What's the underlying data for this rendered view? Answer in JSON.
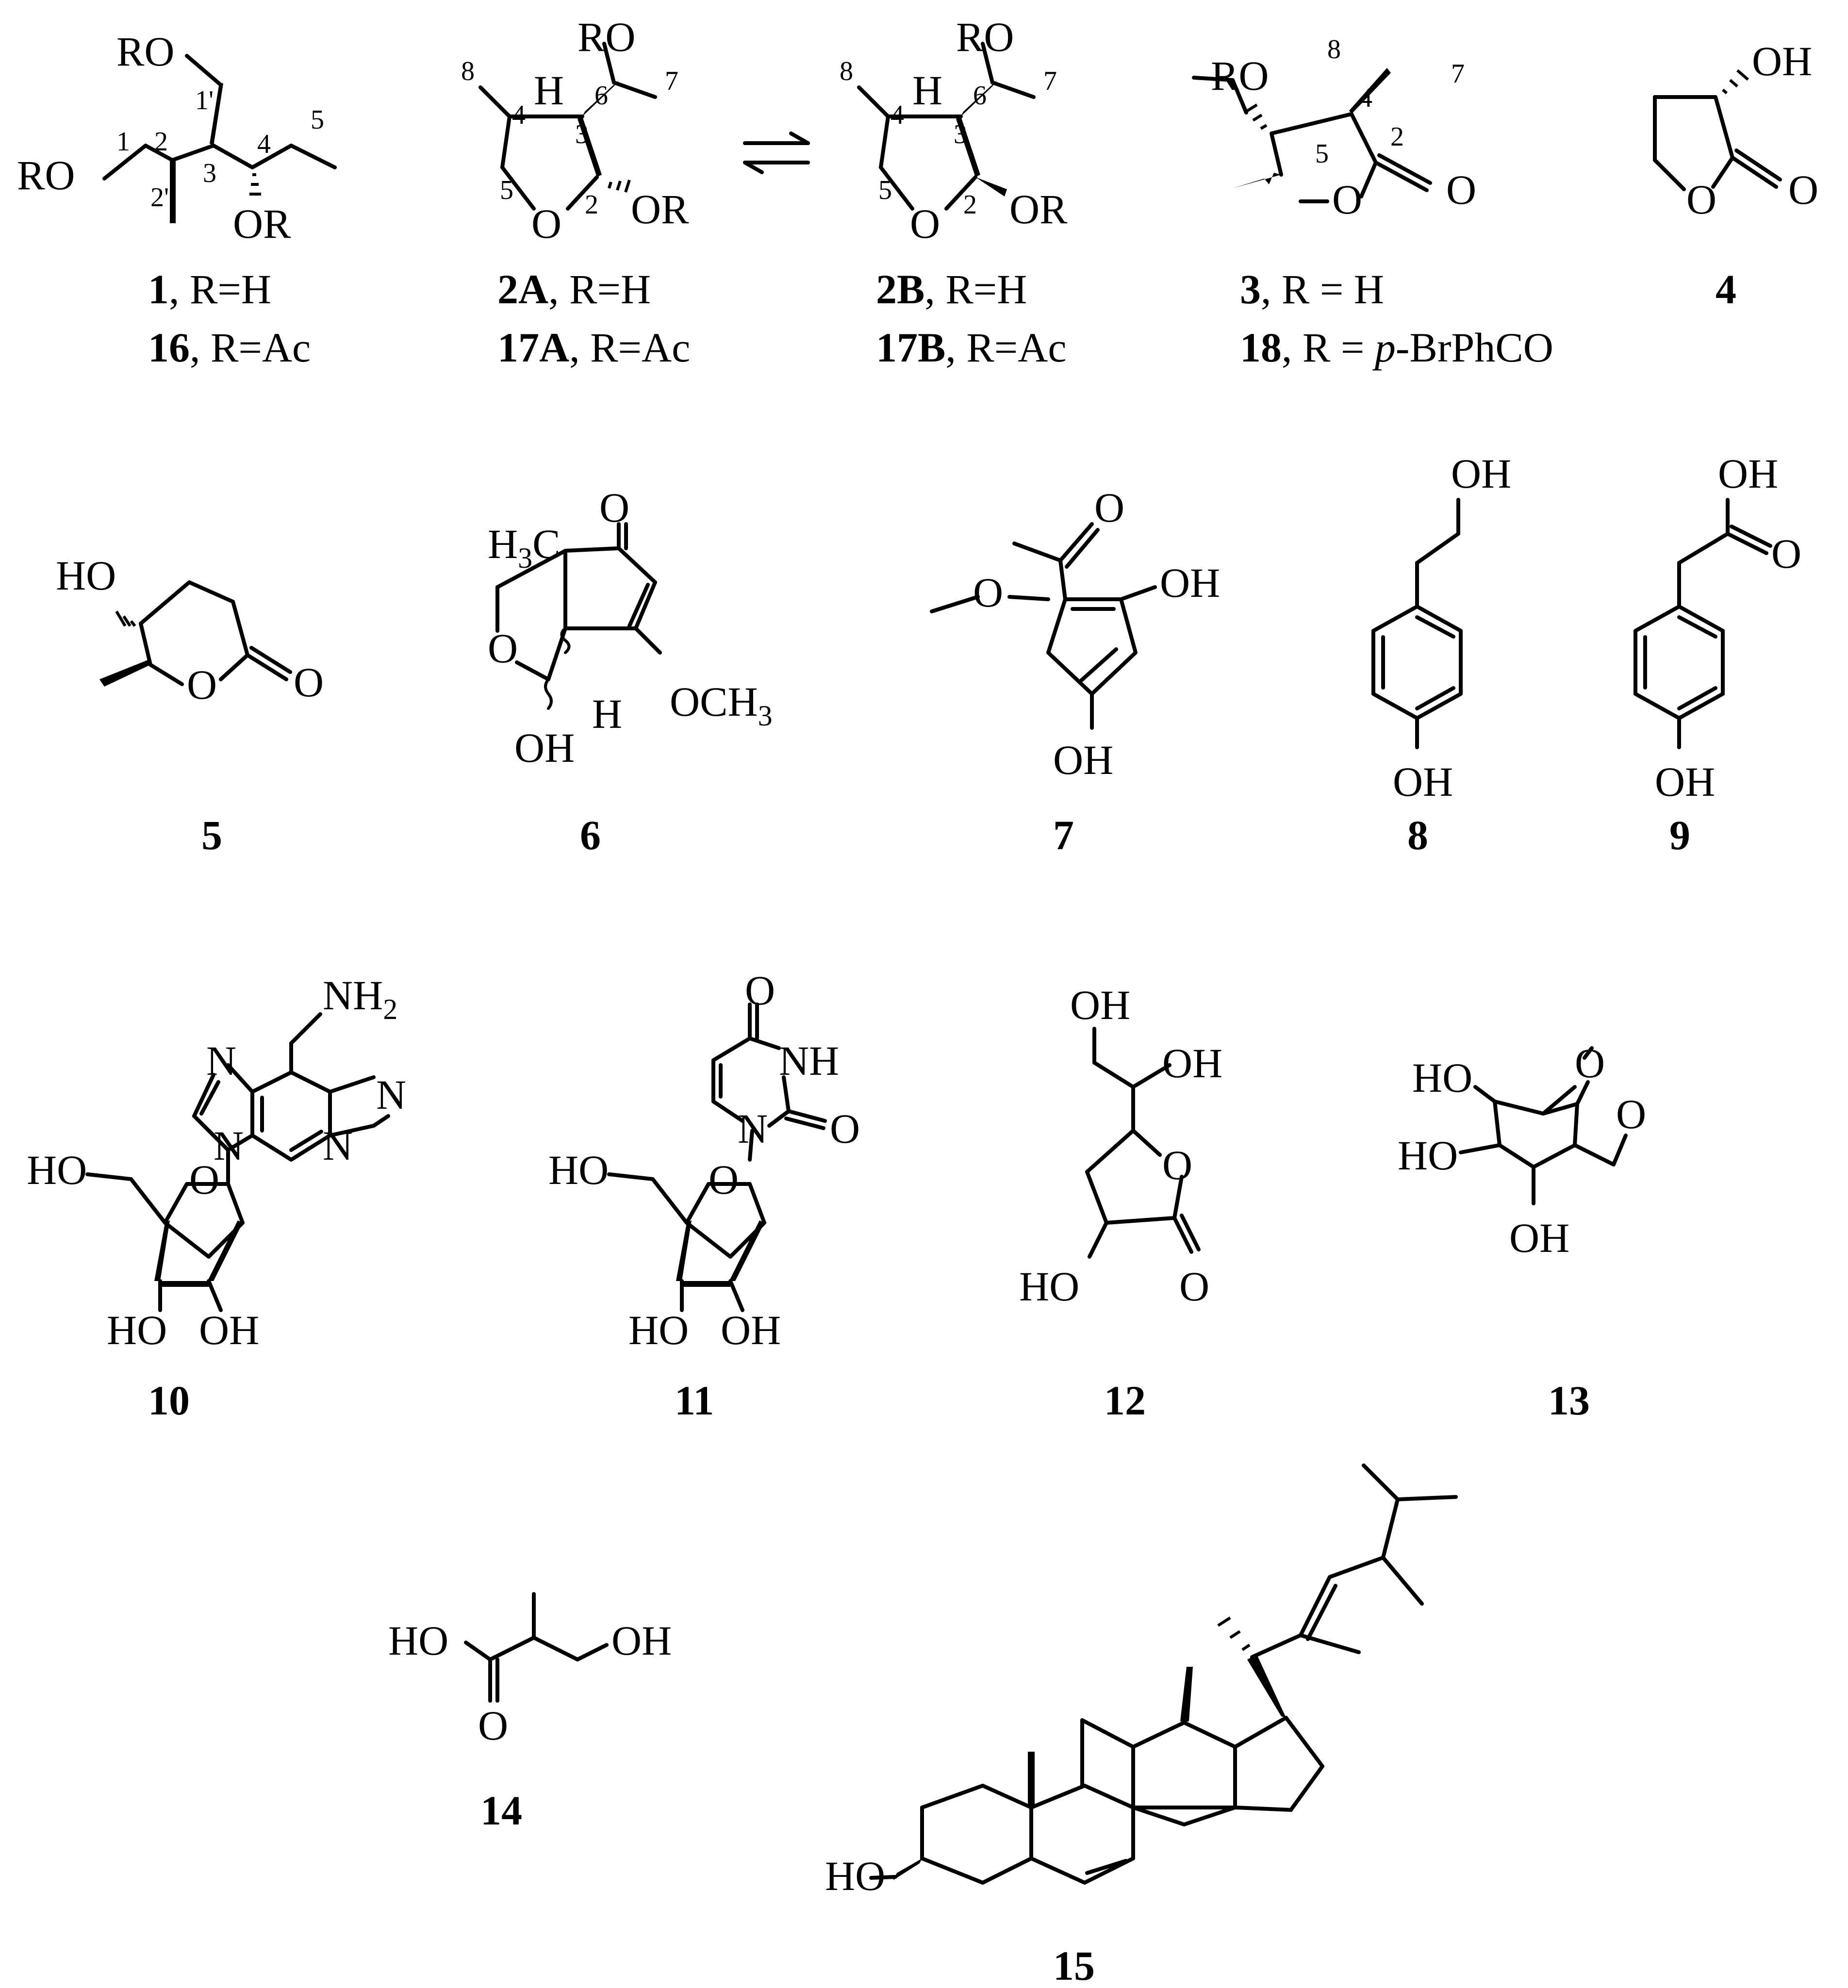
{
  "compounds": [
    {
      "id": "1",
      "caption": [
        "1, R=H",
        "16, R=Ac"
      ],
      "caption_bold": [
        "1",
        "16"
      ]
    },
    {
      "id": "2A",
      "caption": [
        "2A, R=H",
        "17A, R=Ac"
      ],
      "caption_bold": [
        "2A",
        "17A"
      ]
    },
    {
      "id": "2B",
      "caption": [
        "2B, R=H",
        "17B, R=Ac"
      ],
      "caption_bold": [
        "2B",
        "17B"
      ]
    },
    {
      "id": "3",
      "caption": [
        "3, R = H",
        "18, R = p-BrPhCO"
      ],
      "caption_bold": [
        "3",
        "18"
      ]
    },
    {
      "id": "4",
      "caption": [
        "4"
      ]
    },
    {
      "id": "5",
      "caption": [
        "5"
      ]
    },
    {
      "id": "6",
      "caption": [
        "6"
      ]
    },
    {
      "id": "7",
      "caption": [
        "7"
      ]
    },
    {
      "id": "8",
      "caption": [
        "8"
      ]
    },
    {
      "id": "9",
      "caption": [
        "9"
      ]
    },
    {
      "id": "10",
      "caption": [
        "10"
      ]
    },
    {
      "id": "11",
      "caption": [
        "11"
      ]
    },
    {
      "id": "12",
      "caption": [
        "12"
      ]
    },
    {
      "id": "13",
      "caption": [
        "13"
      ]
    },
    {
      "id": "14",
      "caption": [
        "14"
      ]
    },
    {
      "id": "15",
      "caption": [
        "15"
      ]
    }
  ],
  "captions": {
    "c1_bold": "1",
    "c1_rest": ", R=H",
    "c16_bold": "16",
    "c16_rest": ", R=Ac",
    "c2a_bold": "2A",
    "c2a_rest": ", R=H",
    "c17a_bold": "17A",
    "c17a_rest": ", R=Ac",
    "c2b_bold": "2B",
    "c2b_rest": ", R=H",
    "c17b_bold": "17B",
    "c17b_rest": ", R=Ac",
    "c3_bold": "3",
    "c3_rest": ", R = H",
    "c18_bold": "18",
    "c18_rest_a": ", R = ",
    "c18_italic": "p",
    "c18_rest_b": "-BrPhCO",
    "c4": "4",
    "c5": "5",
    "c6": "6",
    "c7": "7",
    "c8": "8",
    "c9": "9",
    "c10": "10",
    "c11": "11",
    "c12": "12",
    "c13": "13",
    "c14": "14",
    "c15": "15"
  },
  "atom_labels": {
    "RO": "RO",
    "OR": "OR",
    "O": "O",
    "OH": "OH",
    "HO": "HO",
    "H": "H",
    "N": "N",
    "NH": "NH",
    "NH2": "NH",
    "sub2": "2",
    "H3C": "H",
    "sub3": "3",
    "C": "C",
    "OCH3": "OCH",
    "pos_1": "1",
    "pos_2": "2",
    "pos_3": "3",
    "pos_4": "4",
    "pos_5": "5",
    "pos_6": "6",
    "pos_7": "7",
    "pos_8": "8",
    "pos_1p": "1'",
    "pos_2p": "2'"
  }
}
